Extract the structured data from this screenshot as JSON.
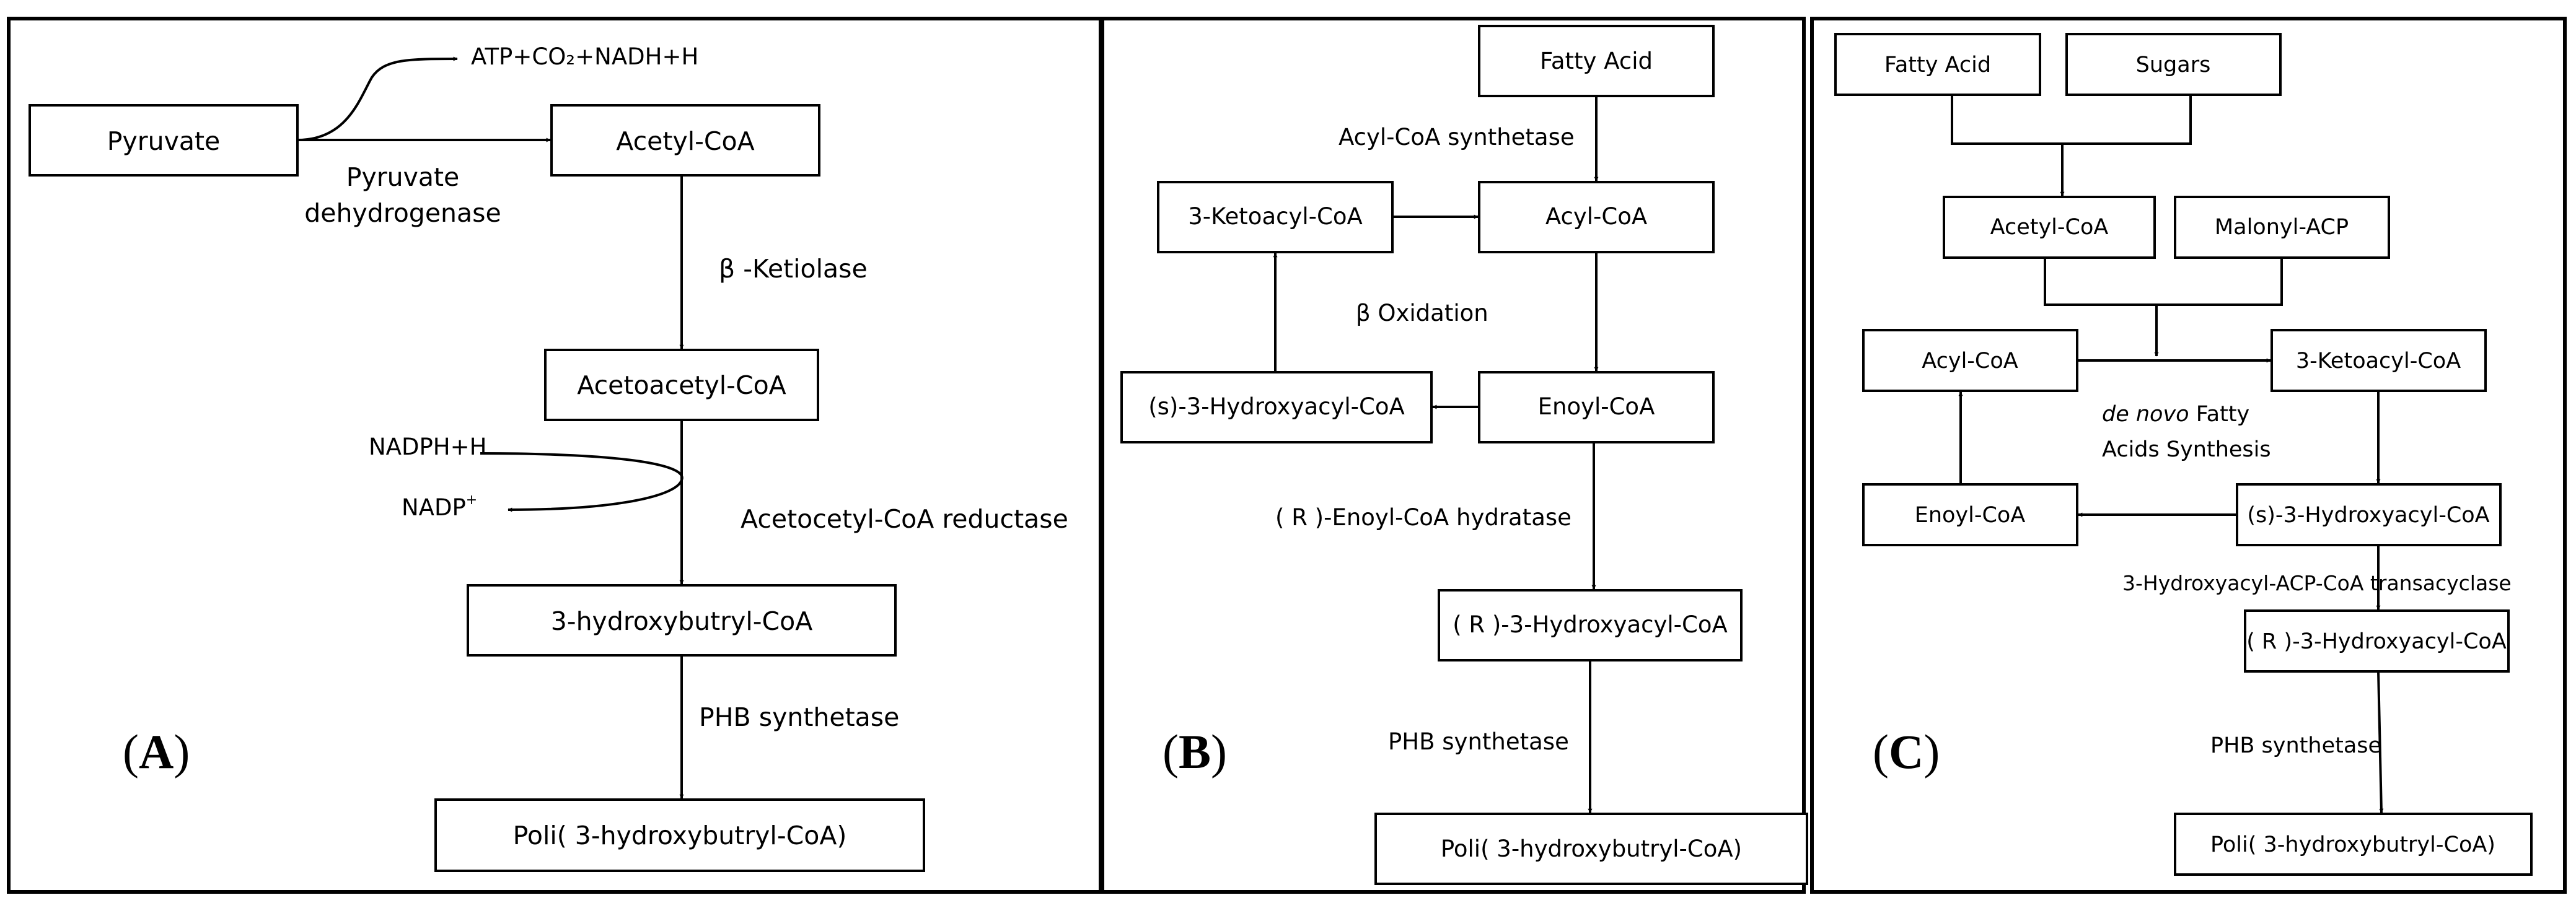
{
  "panel_a": {
    "label_open": "(",
    "label_letter": "A",
    "label_close": ")",
    "pyruvate": "Pyruvate",
    "byproducts": "ATP+CO₂+NADH+H",
    "enzyme_pdh_line1": "Pyruvate",
    "enzyme_pdh_line2": "dehydrogenase",
    "acetyl_coa": "Acetyl-CoA",
    "enzyme_ketiolase": "β -Ketiolase",
    "acetoacetyl_coa": "Acetoacetyl-CoA",
    "cofactor_in": "NADPH+H",
    "cofactor_out": "NADP",
    "cofactor_out_sup": "+",
    "enzyme_reductase": "Acetocetyl-CoA reductase",
    "hydroxybutyryl_coa": "3-hydroxybutryl-CoA",
    "enzyme_phb": "PHB synthetase",
    "polymer": "Poli( 3-hydroxybutryl-CoA)"
  },
  "panel_b": {
    "label_open": "(",
    "label_letter": "B",
    "label_close": ")",
    "fatty_acid": "Fatty Acid",
    "enzyme_acyl_synthetase": "Acyl-CoA synthetase",
    "acyl_coa": "Acyl-CoA",
    "ketoacyl_coa": "3-Ketoacyl-CoA",
    "beta_oxidation": "β Oxidation",
    "enoyl_coa": "Enoyl-CoA",
    "s_hydroxyacyl_coa": "(s)-3-Hydroxyacyl-CoA",
    "enzyme_hydratase": "( R )-Enoyl-CoA hydratase",
    "r_hydroxyacyl_coa": "( R )-3-Hydroxyacyl-CoA",
    "enzyme_phb": "PHB synthetase",
    "polymer": "Poli( 3-hydroxybutryl-CoA)"
  },
  "panel_c": {
    "label_open": "(",
    "label_letter": "C",
    "label_close": ")",
    "fatty_acid": "Fatty Acid",
    "sugars": "Sugars",
    "acetyl_coa": "Acetyl-CoA",
    "malonyl_acp": "Malonyl-ACP",
    "acyl_coa": "Acyl-CoA",
    "ketoacyl_coa": "3-Ketoacyl-CoA",
    "de_novo_italic": "de novo",
    "de_novo_rest": " Fatty",
    "de_novo_line2": "Acids Synthesis",
    "enoyl_coa": "Enoyl-CoA",
    "s_hydroxyacyl_coa": "(s)-3-Hydroxyacyl-CoA",
    "enzyme_transacylase": "3-Hydroxyacyl-ACP-CoA transacyclase",
    "r_hydroxyacyl_coa": "( R )-3-Hydroxyacyl-CoA",
    "enzyme_phb": "PHB synthetase",
    "polymer": "Poli( 3-hydroxybutryl-CoA)"
  }
}
